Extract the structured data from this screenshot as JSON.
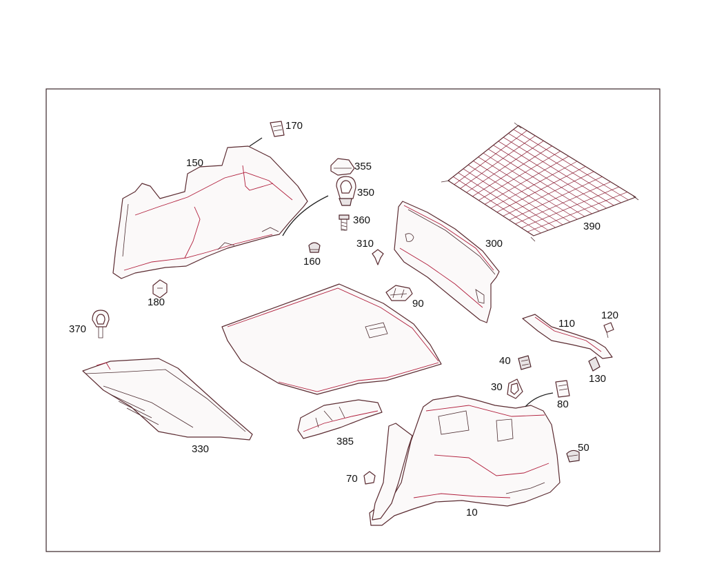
{
  "colors": {
    "outline": "#5a2a30",
    "accent": "#b01c3a",
    "text": "#111111",
    "background": "#ffffff"
  },
  "callouts": {
    "c10": "10",
    "c30": "30",
    "c40": "40",
    "c50": "50",
    "c70": "70",
    "c80": "80",
    "c90": "90",
    "c110": "110",
    "c120": "120",
    "c130": "130",
    "c150": "150",
    "c160": "160",
    "c170": "170",
    "c180": "180",
    "c300": "300",
    "c310": "310",
    "c330": "330",
    "c350": "350",
    "c355": "355",
    "c360": "360",
    "c370": "370",
    "c385": "385",
    "c390": "390"
  }
}
